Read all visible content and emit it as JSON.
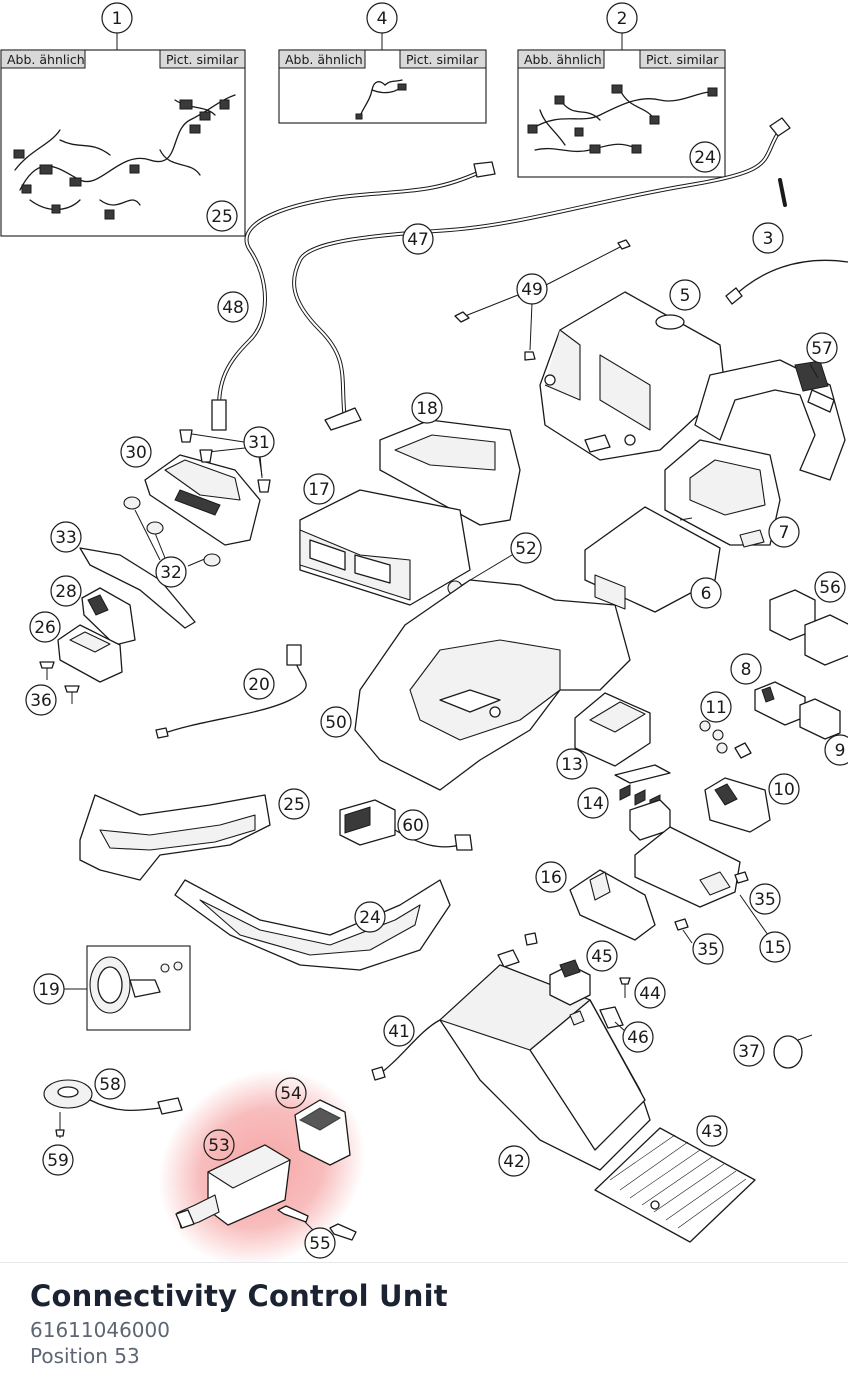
{
  "diagram": {
    "inset_labels": {
      "german": "Abb. ähnlich",
      "english": "Pict. similar"
    },
    "callouts": [
      {
        "id": "c1",
        "label": "1"
      },
      {
        "id": "c4",
        "label": "4"
      },
      {
        "id": "c2",
        "label": "2"
      },
      {
        "id": "c25a",
        "label": "25"
      },
      {
        "id": "c24a",
        "label": "24"
      },
      {
        "id": "c47",
        "label": "47"
      },
      {
        "id": "c3",
        "label": "3"
      },
      {
        "id": "c48",
        "label": "48"
      },
      {
        "id": "c49",
        "label": "49"
      },
      {
        "id": "c5",
        "label": "5"
      },
      {
        "id": "c57",
        "label": "57"
      },
      {
        "id": "c18",
        "label": "18"
      },
      {
        "id": "c30",
        "label": "30"
      },
      {
        "id": "c31",
        "label": "31"
      },
      {
        "id": "c17",
        "label": "17"
      },
      {
        "id": "c7",
        "label": "7"
      },
      {
        "id": "c33",
        "label": "33"
      },
      {
        "id": "c52",
        "label": "52"
      },
      {
        "id": "c32",
        "label": "32"
      },
      {
        "id": "c6",
        "label": "6"
      },
      {
        "id": "c56",
        "label": "56"
      },
      {
        "id": "c28",
        "label": "28"
      },
      {
        "id": "c26",
        "label": "26"
      },
      {
        "id": "c8",
        "label": "8"
      },
      {
        "id": "c20",
        "label": "20"
      },
      {
        "id": "c36",
        "label": "36"
      },
      {
        "id": "c11",
        "label": "11"
      },
      {
        "id": "c50",
        "label": "50"
      },
      {
        "id": "c9",
        "label": "9"
      },
      {
        "id": "c13",
        "label": "13"
      },
      {
        "id": "c10",
        "label": "10"
      },
      {
        "id": "c25b",
        "label": "25"
      },
      {
        "id": "c14",
        "label": "14"
      },
      {
        "id": "c60",
        "label": "60"
      },
      {
        "id": "c16",
        "label": "16"
      },
      {
        "id": "c35a",
        "label": "35"
      },
      {
        "id": "c24b",
        "label": "24"
      },
      {
        "id": "c35b",
        "label": "35"
      },
      {
        "id": "c15",
        "label": "15"
      },
      {
        "id": "c45",
        "label": "45"
      },
      {
        "id": "c19",
        "label": "19"
      },
      {
        "id": "c44",
        "label": "44"
      },
      {
        "id": "c41",
        "label": "41"
      },
      {
        "id": "c46",
        "label": "46"
      },
      {
        "id": "c37",
        "label": "37"
      },
      {
        "id": "c58",
        "label": "58"
      },
      {
        "id": "c54",
        "label": "54"
      },
      {
        "id": "c43",
        "label": "43"
      },
      {
        "id": "c53",
        "label": "53"
      },
      {
        "id": "c42",
        "label": "42"
      },
      {
        "id": "c59",
        "label": "59"
      },
      {
        "id": "c55",
        "label": "55"
      }
    ],
    "highlight": {
      "positions": [
        "53",
        "54"
      ],
      "color": "#f06b6b"
    }
  },
  "part": {
    "title": "Connectivity Control Unit",
    "number": "61611046000",
    "position": "Position 53"
  }
}
